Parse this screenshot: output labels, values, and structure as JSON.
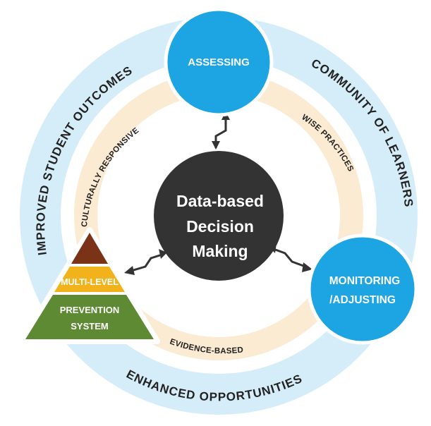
{
  "center": {
    "line1": "Data-based",
    "line2": "Decision",
    "line3": "Making"
  },
  "nodes": {
    "assessing": "ASSESSING",
    "monitoring_line1": "MONITORING",
    "monitoring_line2": "/ADJUSTING"
  },
  "pyramid": {
    "middle_label": "MULTI-LEVEL",
    "bottom_line1": "PREVENTION",
    "bottom_line2": "SYSTEM"
  },
  "outer_ring": {
    "left": "IMPROVED STUDENT OUTCOMES",
    "right": "COMMUNITY OF LEARNERS",
    "bottom": "ENHANCED OPPORTUNITIES"
  },
  "inner_ring": {
    "left": "CULTURALLY RESPONSIVE",
    "right": "WISE PRACTICES",
    "bottom": "EVIDENCE-BASED"
  },
  "colors": {
    "outer_ring": "#d5edf8",
    "inner_ring": "#fbebd2",
    "center_circle": "#333333",
    "node_blue": "#1ca4e3",
    "pyramid_top": "#7b3318",
    "pyramid_middle": "#f2b21b",
    "pyramid_bottom": "#5e8a33"
  }
}
